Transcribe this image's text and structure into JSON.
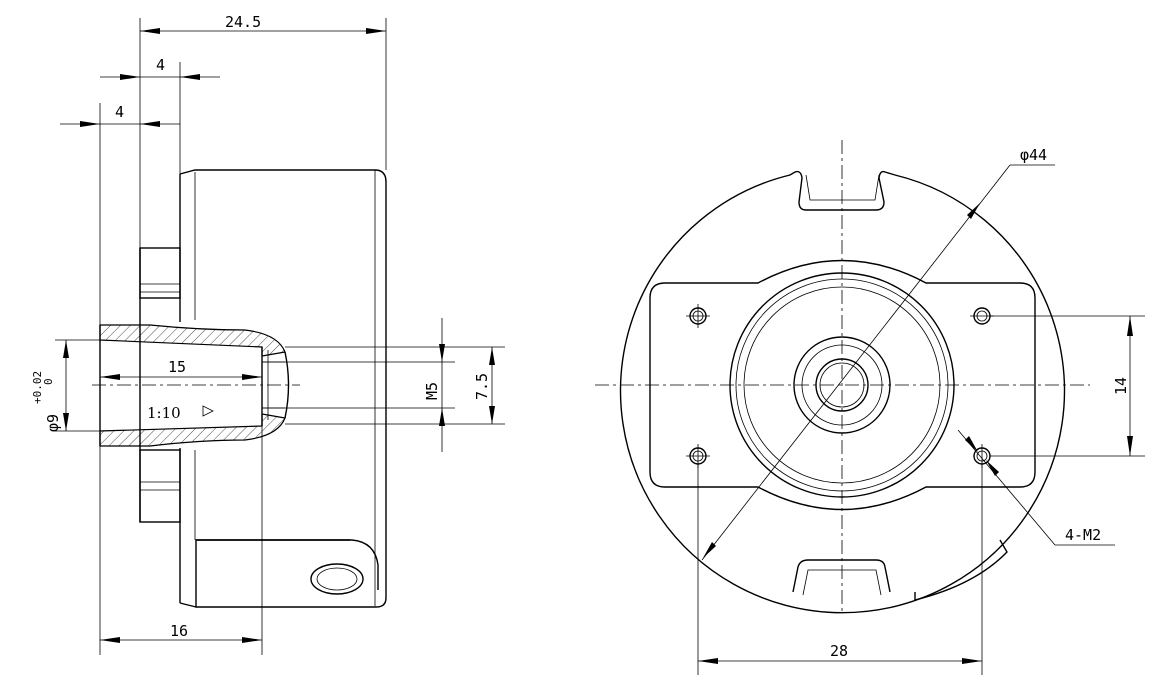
{
  "side_view": {
    "dim_overall_length": "24.5",
    "dim_flange_thickness": "4",
    "dim_hub_offset": "4",
    "dim_bore_length": "15",
    "dim_housing_to_taper": "16",
    "dim_thread": "M5",
    "dim_counterbore": "7.5",
    "dim_bore_dia_prefix": "φ9",
    "dim_bore_tol_upper": "+0.02",
    "dim_bore_tol_lower": "0",
    "taper_ratio": "1:10"
  },
  "front_view": {
    "dim_outer_dia": "φ44",
    "dim_hole_pitch_horizontal": "28",
    "dim_hole_pitch_vertical": "14",
    "dim_mount_holes": "4-M2"
  }
}
